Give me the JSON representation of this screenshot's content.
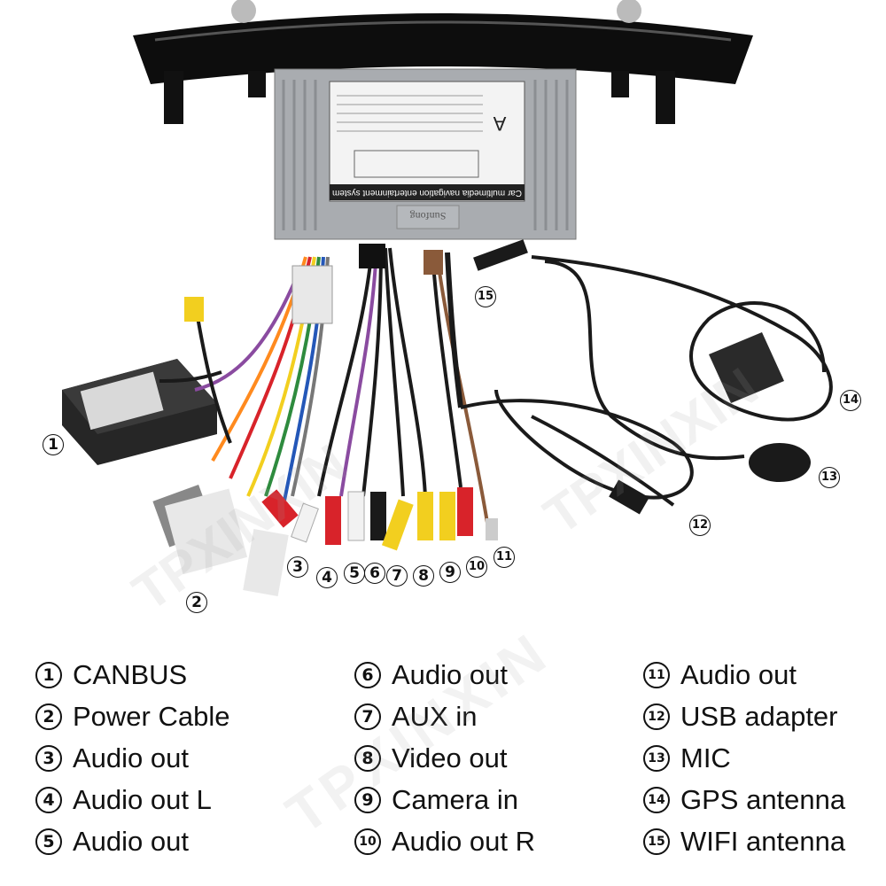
{
  "watermark": "TPXINXIN",
  "device": {
    "label_title": "Car multimedia navigation entertainment system",
    "brand_mark": "Sunfong",
    "face_letter": "A"
  },
  "callouts": [
    "1",
    "2",
    "3",
    "4",
    "5",
    "6",
    "7",
    "8",
    "9",
    "10",
    "11",
    "12",
    "13",
    "14",
    "15"
  ],
  "legend": {
    "columns": [
      [
        {
          "num": "1",
          "label": "CANBUS"
        },
        {
          "num": "2",
          "label": "Power Cable"
        },
        {
          "num": "3",
          "label": "Audio out"
        },
        {
          "num": "4",
          "label": "Audio out L"
        },
        {
          "num": "5",
          "label": "Audio out"
        }
      ],
      [
        {
          "num": "6",
          "label": "Audio out"
        },
        {
          "num": "7",
          "label": "AUX in"
        },
        {
          "num": "8",
          "label": "Video out"
        },
        {
          "num": "9",
          "label": "Camera in"
        },
        {
          "num": "10",
          "label": "Audio out R"
        }
      ],
      [
        {
          "num": "11",
          "label": "Audio out"
        },
        {
          "num": "12",
          "label": "USB adapter"
        },
        {
          "num": "13",
          "label": "MIC"
        },
        {
          "num": "14",
          "label": "GPS antenna"
        },
        {
          "num": "15",
          "label": "WIFI antenna"
        }
      ]
    ]
  },
  "colors": {
    "bezel": "#0d0d0d",
    "chassis": "#a9acb0",
    "rca_red": "#d8232a",
    "rca_yellow": "#f2cf1f",
    "rca_white": "#f2f2f2",
    "cable": "#1a1a1a",
    "canbus_box": "#262626",
    "connector_white": "#e8e8e8"
  }
}
